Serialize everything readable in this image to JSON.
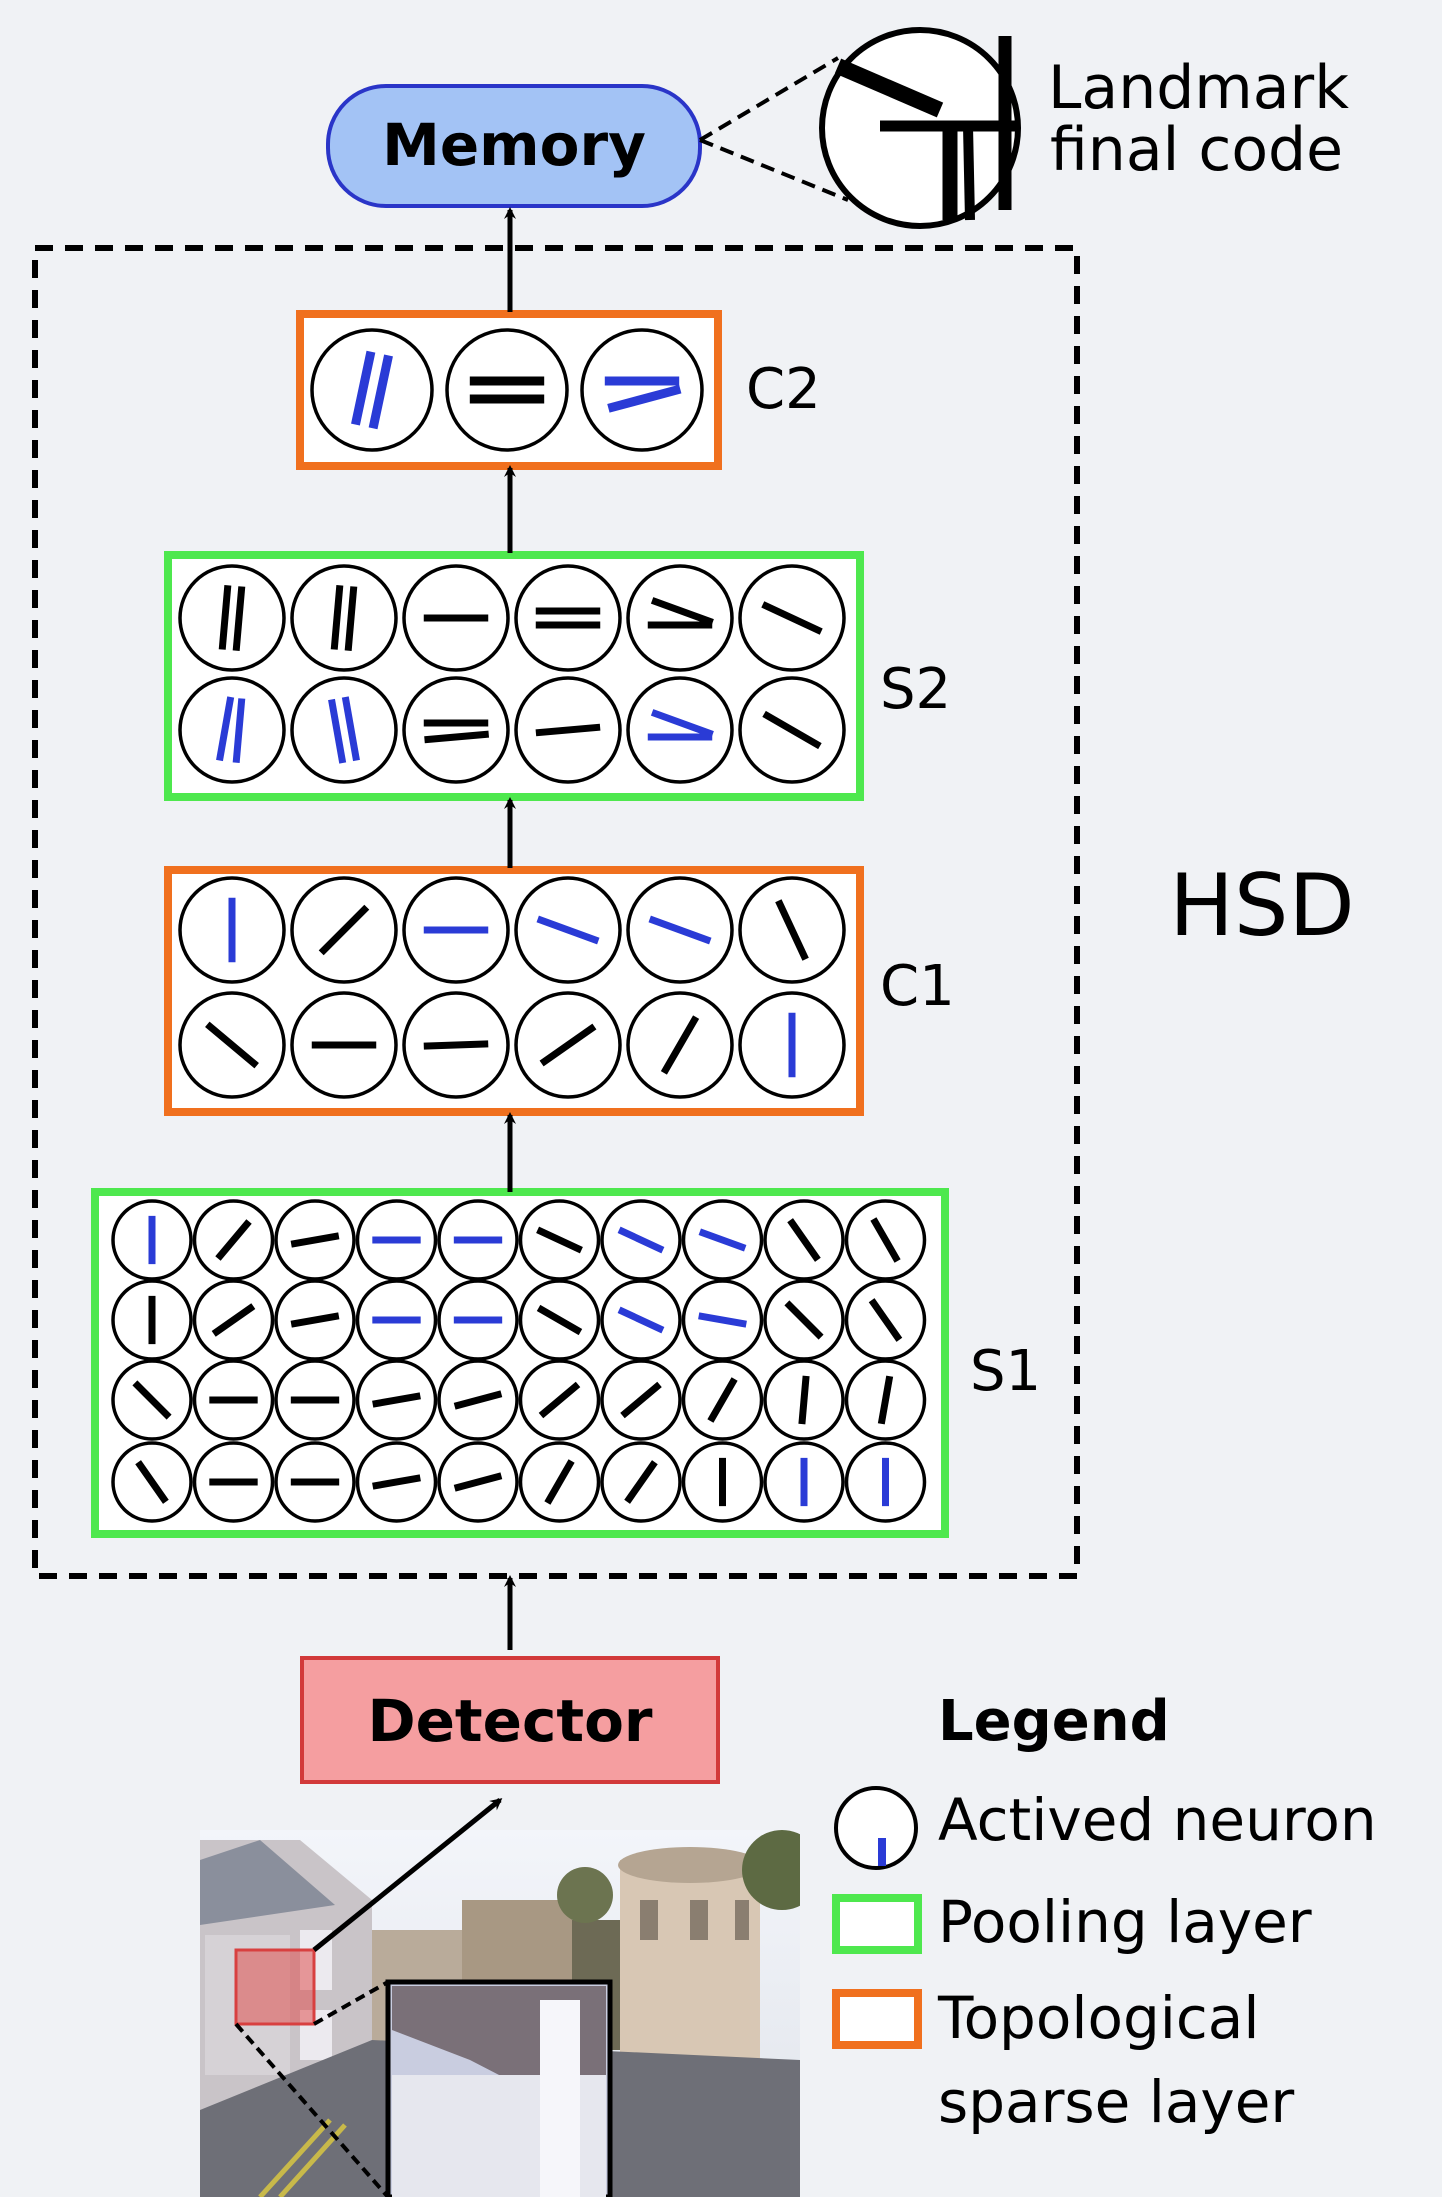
{
  "title": "",
  "memory": {
    "label": "Memory"
  },
  "landmark": {
    "label_line1": "Landmark",
    "label_line2": "final code"
  },
  "hsd_label": "HSD",
  "detector": {
    "label": "Detector"
  },
  "layers": {
    "c2": {
      "label": "C2",
      "kind": "topological",
      "rows": [
        [
          {
            "bars": [
              [
                78,
                "b"
              ],
              [
                78,
                "b"
              ]
            ]
          },
          {
            "bars": [
              [
                0,
                "k"
              ],
              [
                0,
                "k"
              ]
            ]
          },
          {
            "bars": [
              [
                0,
                "b"
              ],
              [
                15,
                "b"
              ]
            ]
          }
        ]
      ]
    },
    "s2": {
      "label": "S2",
      "kind": "pooling",
      "rows": [
        [
          {
            "bars": [
              [
                85,
                "k"
              ],
              [
                85,
                "k"
              ]
            ]
          },
          {
            "bars": [
              [
                85,
                "k"
              ],
              [
                85,
                "k"
              ]
            ]
          },
          {
            "bars": [
              [
                0,
                "k"
              ]
            ]
          },
          {
            "bars": [
              [
                0,
                "k"
              ],
              [
                0,
                "k"
              ]
            ]
          },
          {
            "bars": [
              [
                -20,
                "k"
              ],
              [
                0,
                "k"
              ]
            ]
          },
          {
            "bars": [
              [
                -25,
                "k"
              ]
            ]
          }
        ],
        [
          {
            "bars": [
              [
                80,
                "b"
              ],
              [
                85,
                "b"
              ]
            ]
          },
          {
            "bars": [
              [
                -80,
                "b"
              ],
              [
                -80,
                "b"
              ]
            ]
          },
          {
            "bars": [
              [
                0,
                "k"
              ],
              [
                5,
                "k"
              ]
            ]
          },
          {
            "bars": [
              [
                5,
                "k"
              ]
            ]
          },
          {
            "bars": [
              [
                -20,
                "b"
              ],
              [
                0,
                "b"
              ]
            ]
          },
          {
            "bars": [
              [
                -30,
                "k"
              ]
            ]
          }
        ]
      ]
    },
    "c1": {
      "label": "C1",
      "kind": "topological",
      "rows": [
        [
          {
            "bars": [
              [
                90,
                "b"
              ]
            ]
          },
          {
            "bars": [
              [
                45,
                "k"
              ]
            ]
          },
          {
            "bars": [
              [
                0,
                "b"
              ]
            ]
          },
          {
            "bars": [
              [
                -20,
                "b"
              ]
            ]
          },
          {
            "bars": [
              [
                -20,
                "b"
              ]
            ]
          },
          {
            "bars": [
              [
                -65,
                "k"
              ]
            ]
          }
        ],
        [
          {
            "bars": [
              [
                -40,
                "k"
              ]
            ]
          },
          {
            "bars": [
              [
                0,
                "k"
              ]
            ]
          },
          {
            "bars": [
              [
                2,
                "k"
              ]
            ]
          },
          {
            "bars": [
              [
                35,
                "k"
              ]
            ]
          },
          {
            "bars": [
              [
                60,
                "k"
              ]
            ]
          },
          {
            "bars": [
              [
                90,
                "b"
              ]
            ]
          }
        ]
      ]
    },
    "s1": {
      "label": "S1",
      "kind": "pooling",
      "rows": [
        [
          {
            "bars": [
              [
                90,
                "b"
              ]
            ]
          },
          {
            "bars": [
              [
                50,
                "k"
              ]
            ]
          },
          {
            "bars": [
              [
                10,
                "k"
              ]
            ]
          },
          {
            "bars": [
              [
                0,
                "b"
              ]
            ]
          },
          {
            "bars": [
              [
                0,
                "b"
              ]
            ]
          },
          {
            "bars": [
              [
                -25,
                "k"
              ]
            ]
          },
          {
            "bars": [
              [
                -25,
                "b"
              ]
            ]
          },
          {
            "bars": [
              [
                -20,
                "b"
              ]
            ]
          },
          {
            "bars": [
              [
                -55,
                "k"
              ]
            ]
          },
          {
            "bars": [
              [
                -60,
                "k"
              ]
            ]
          }
        ],
        [
          {
            "bars": [
              [
                90,
                "k"
              ]
            ]
          },
          {
            "bars": [
              [
                35,
                "k"
              ]
            ]
          },
          {
            "bars": [
              [
                10,
                "k"
              ]
            ]
          },
          {
            "bars": [
              [
                0,
                "b"
              ]
            ]
          },
          {
            "bars": [
              [
                0,
                "b"
              ]
            ]
          },
          {
            "bars": [
              [
                -30,
                "k"
              ]
            ]
          },
          {
            "bars": [
              [
                -25,
                "b"
              ]
            ]
          },
          {
            "bars": [
              [
                -10,
                "b"
              ]
            ]
          },
          {
            "bars": [
              [
                -45,
                "k"
              ]
            ]
          },
          {
            "bars": [
              [
                -55,
                "k"
              ]
            ]
          }
        ],
        [
          {
            "bars": [
              [
                -45,
                "k"
              ]
            ]
          },
          {
            "bars": [
              [
                0,
                "k"
              ]
            ]
          },
          {
            "bars": [
              [
                0,
                "k"
              ]
            ]
          },
          {
            "bars": [
              [
                10,
                "k"
              ]
            ]
          },
          {
            "bars": [
              [
                15,
                "k"
              ]
            ]
          },
          {
            "bars": [
              [
                40,
                "k"
              ]
            ]
          },
          {
            "bars": [
              [
                40,
                "k"
              ]
            ]
          },
          {
            "bars": [
              [
                60,
                "k"
              ]
            ]
          },
          {
            "bars": [
              [
                85,
                "k"
              ]
            ]
          },
          {
            "bars": [
              [
                80,
                "k"
              ]
            ]
          }
        ],
        [
          {
            "bars": [
              [
                -55,
                "k"
              ]
            ]
          },
          {
            "bars": [
              [
                0,
                "k"
              ]
            ]
          },
          {
            "bars": [
              [
                0,
                "k"
              ]
            ]
          },
          {
            "bars": [
              [
                10,
                "k"
              ]
            ]
          },
          {
            "bars": [
              [
                15,
                "k"
              ]
            ]
          },
          {
            "bars": [
              [
                60,
                "k"
              ]
            ]
          },
          {
            "bars": [
              [
                55,
                "k"
              ]
            ]
          },
          {
            "bars": [
              [
                90,
                "k"
              ]
            ]
          },
          {
            "bars": [
              [
                90,
                "b"
              ]
            ]
          },
          {
            "bars": [
              [
                90,
                "b"
              ]
            ]
          }
        ]
      ]
    }
  },
  "legend": {
    "title": "Legend",
    "activated": "Actived neuron",
    "pooling": "Pooling layer",
    "topo_line1": "Topological",
    "topo_line2": "sparse layer"
  },
  "colors": {
    "memory_fill": "#a3c3f5",
    "memory_stroke": "#2a35c8",
    "detector_fill": "#f59ea0",
    "detector_stroke": "#d23a3a",
    "pooling": "#4ee84e",
    "topological": "#f0701e",
    "active": "#2a3bd6",
    "ink": "#000000",
    "background": "#f0f2f5"
  },
  "icons": [
    "landmark-code-icon",
    "street-photo",
    "arrow-icon"
  ]
}
